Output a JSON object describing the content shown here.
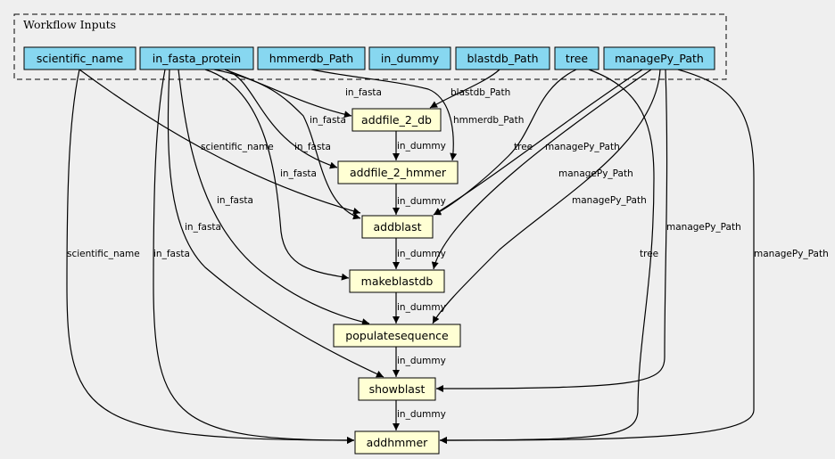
{
  "colors": {
    "input_fill": "#87d7f0",
    "step_fill": "#ffffd4",
    "background": "#efefef"
  },
  "cluster": {
    "title": "Workflow Inputs"
  },
  "inputs": [
    {
      "id": "scientific_name",
      "label": "scientific_name"
    },
    {
      "id": "in_fasta_protein",
      "label": "in_fasta_protein"
    },
    {
      "id": "hmmerdb_Path",
      "label": "hmmerdb_Path"
    },
    {
      "id": "in_dummy",
      "label": "in_dummy"
    },
    {
      "id": "blastdb_Path",
      "label": "blastdb_Path"
    },
    {
      "id": "tree",
      "label": "tree"
    },
    {
      "id": "managePy_Path",
      "label": "managePy_Path"
    }
  ],
  "steps": [
    {
      "id": "addfile_2_db",
      "label": "addfile_2_db"
    },
    {
      "id": "addfile_2_hmmer",
      "label": "addfile_2_hmmer"
    },
    {
      "id": "addblast",
      "label": "addblast"
    },
    {
      "id": "makeblastdb",
      "label": "makeblastdb"
    },
    {
      "id": "populatesequence",
      "label": "populatesequence"
    },
    {
      "id": "showblast",
      "label": "showblast"
    },
    {
      "id": "addhmmer",
      "label": "addhmmer"
    }
  ],
  "edges": [
    {
      "from": "in_fasta_protein",
      "to": "addfile_2_db",
      "label": "in_fasta"
    },
    {
      "from": "blastdb_Path",
      "to": "addfile_2_db",
      "label": "blastdb_Path"
    },
    {
      "from": "in_fasta_protein",
      "to": "addfile_2_hmmer",
      "label": "in_fasta"
    },
    {
      "from": "hmmerdb_Path",
      "to": "addfile_2_hmmer",
      "label": "hmmerdb_Path"
    },
    {
      "from": "addfile_2_db",
      "to": "addfile_2_hmmer",
      "label": "in_dummy"
    },
    {
      "from": "scientific_name",
      "to": "addblast",
      "label": "scientific_name"
    },
    {
      "from": "in_fasta_protein",
      "to": "addblast",
      "label": "in_fasta"
    },
    {
      "from": "tree",
      "to": "addblast",
      "label": "tree"
    },
    {
      "from": "managePy_Path",
      "to": "addblast",
      "label": "managePy_Path"
    },
    {
      "from": "addfile_2_hmmer",
      "to": "addblast",
      "label": "in_dummy"
    },
    {
      "from": "in_fasta_protein",
      "to": "makeblastdb",
      "label": "in_fasta"
    },
    {
      "from": "managePy_Path",
      "to": "makeblastdb",
      "label": "managePy_Path"
    },
    {
      "from": "addblast",
      "to": "makeblastdb",
      "label": "in_dummy"
    },
    {
      "from": "in_fasta_protein",
      "to": "populatesequence",
      "label": "in_fasta"
    },
    {
      "from": "managePy_Path",
      "to": "populatesequence",
      "label": "managePy_Path"
    },
    {
      "from": "makeblastdb",
      "to": "populatesequence",
      "label": "in_dummy"
    },
    {
      "from": "in_fasta_protein",
      "to": "showblast",
      "label": "in_fasta"
    },
    {
      "from": "managePy_Path",
      "to": "showblast",
      "label": "managePy_Path"
    },
    {
      "from": "populatesequence",
      "to": "showblast",
      "label": "in_dummy"
    },
    {
      "from": "scientific_name",
      "to": "addhmmer",
      "label": "scientific_name"
    },
    {
      "from": "in_fasta_protein",
      "to": "addhmmer",
      "label": "in_fasta"
    },
    {
      "from": "tree",
      "to": "addhmmer",
      "label": "tree"
    },
    {
      "from": "managePy_Path",
      "to": "addhmmer",
      "label": "managePy_Path"
    },
    {
      "from": "showblast",
      "to": "addhmmer",
      "label": "in_dummy"
    }
  ]
}
